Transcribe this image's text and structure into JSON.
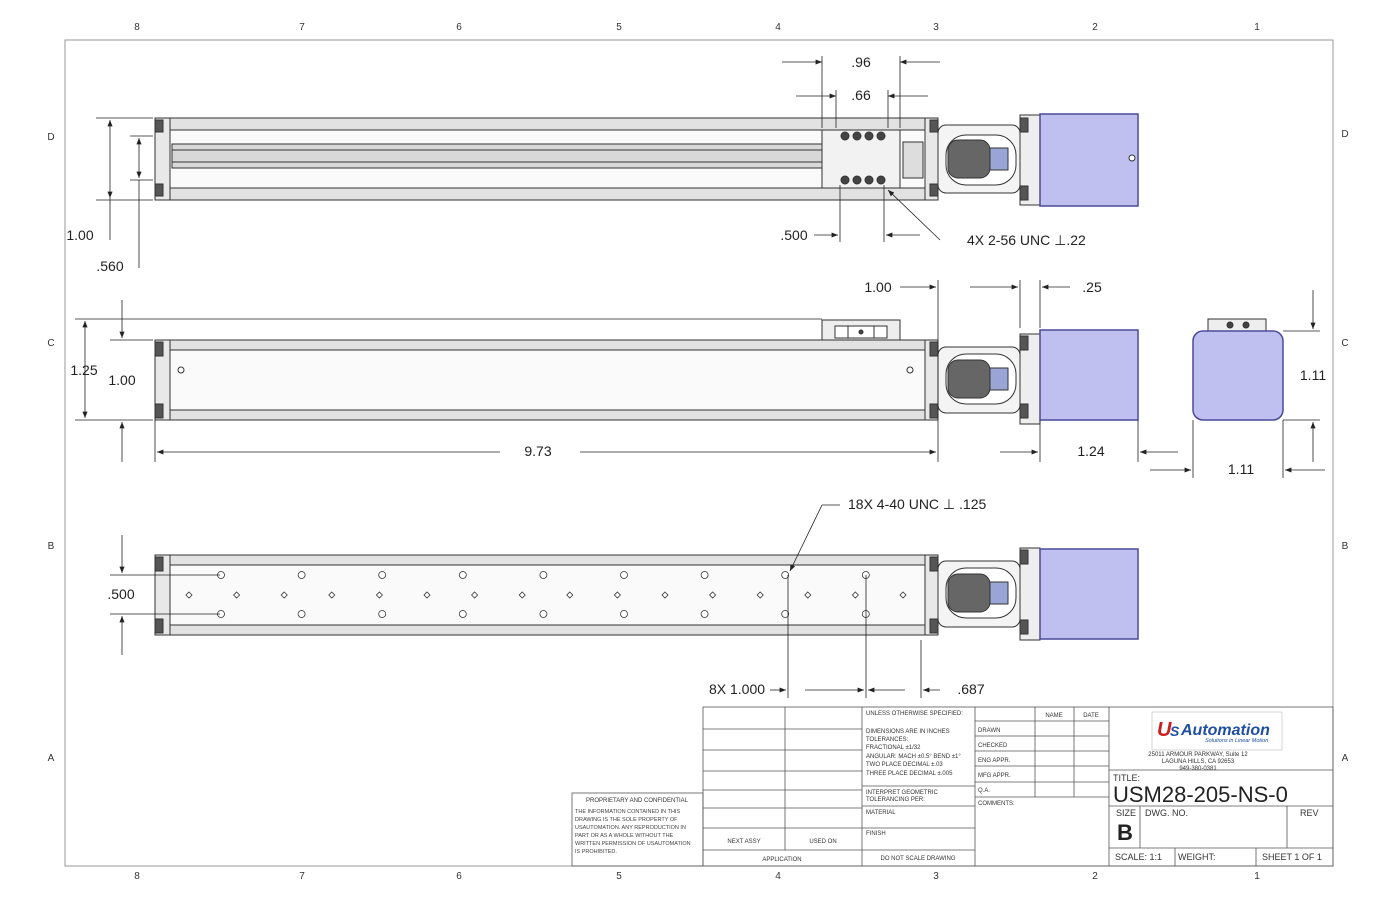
{
  "colors": {
    "motor": "#bfc0ef",
    "motor_edge": "#4a4a9a",
    "line": "#333333",
    "rail": "#d9d9d9",
    "logo_red": "#cc1f1f",
    "logo_blue": "#1f4fa3"
  },
  "zones": {
    "cols": [
      "8",
      "7",
      "6",
      "5",
      "4",
      "3",
      "2",
      "1"
    ],
    "rows": [
      "D",
      "C",
      "B",
      "A"
    ]
  },
  "dims": {
    "top": {
      "d096": ".96",
      "d066": ".66",
      "d100": "1.00",
      "d560": ".560",
      "d500": ".500",
      "note": "4X 2-56 UNC ⊥.22"
    },
    "side": {
      "d100top": "1.00",
      "d025": ".25",
      "d125": "1.25",
      "d100": "1.00",
      "d973": "9.73",
      "d124": "1.24",
      "d111v": "1.11",
      "d111h": "1.11"
    },
    "bottom": {
      "note": "18X 4-40 UNC  ⊥ .125",
      "d500": ".500",
      "d8x": "8X 1.000",
      "d687": ".687"
    }
  },
  "title_block": {
    "logo_u": "U",
    "logo_s": "S",
    "logo_text": "Automation",
    "logo_tag": "Solutions in Linear Motion",
    "address1": "25011 ARMOUR PARKWAY, Suite 12",
    "address2": "LAGUNA HILLS, CA 92653",
    "phone": "949-380-0381",
    "title_label": "TITLE:",
    "title": "USM28-205-NS-0",
    "size_label": "SIZE",
    "size": "B",
    "dwg_label": "DWG.  NO.",
    "rev_label": "REV",
    "scale": "SCALE: 1:1",
    "weight": "WEIGHT:",
    "sheet": "SHEET 1 OF 1",
    "unless": "UNLESS OTHERWISE SPECIFIED:",
    "tol1": "DIMENSIONS ARE IN INCHES",
    "tol2": "TOLERANCES:",
    "tol3": "FRACTIONAL ±1/32",
    "tol4": "ANGULAR: MACH ±0.5°  BEND ±1°",
    "tol5": "TWO PLACE DECIMAL   ±.03",
    "tol6": "THREE PLACE DECIMAL  ±.005",
    "interpret1": "INTERPRET GEOMETRIC",
    "interpret2": "TOLERANCING PER:",
    "material": "MATERIAL",
    "finish": "FINISH",
    "noscale": "DO NOT SCALE DRAWING",
    "name": "NAME",
    "date": "DATE",
    "drawn": "DRAWN",
    "checked": "CHECKED",
    "eng": "ENG APPR.",
    "mfg": "MFG APPR.",
    "qa": "Q.A.",
    "comments": "COMMENTS:",
    "next_assy": "NEXT ASSY",
    "used_on": "USED ON",
    "application": "APPLICATION",
    "prop_title": "PROPRIETARY AND CONFIDENTIAL",
    "prop1": "THE INFORMATION CONTAINED IN THIS",
    "prop2": "DRAWING IS THE SOLE PROPERTY OF",
    "prop3": "USAUTOMATION. ANY REPRODUCTION IN",
    "prop4": "PART OR AS A WHOLE WITHOUT THE",
    "prop5": "WRITTEN PERMISSION OF USAUTOMATION",
    "prop6": "IS PROHIBITED."
  }
}
